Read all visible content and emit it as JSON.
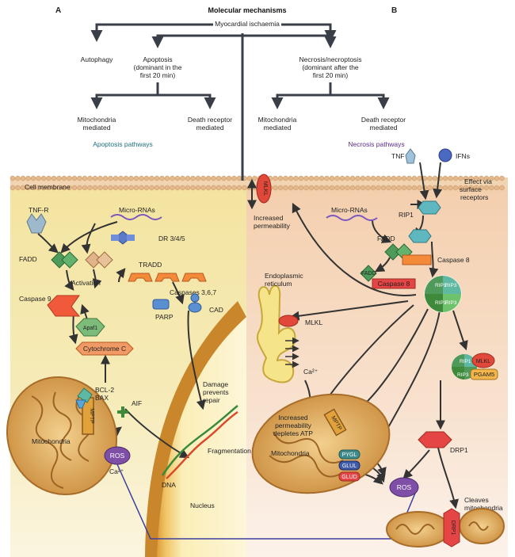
{
  "panel_labels": {
    "a": "A",
    "b": "B"
  },
  "top": {
    "title": "Molecular mechanisms",
    "root": "Myocardial ischaemia",
    "autophagy": "Autophagy",
    "apoptosis": [
      "Apoptosis",
      "(dominant in the",
      "first 20 min)"
    ],
    "necrosis": [
      "Necrosis/necroptosis",
      "(dominant after the",
      "first 20 min)"
    ],
    "apo_mito": [
      "Mitochondria",
      "mediated"
    ],
    "apo_death": [
      "Death receptor",
      "mediated"
    ],
    "nec_mito": [
      "Mitochondria",
      "mediated"
    ],
    "nec_death": [
      "Death receptor",
      "mediated"
    ],
    "apo_pathways": "Apoptosis pathways",
    "nec_pathways": "Necrosis pathways"
  },
  "membrane": {
    "label": "Cell membrane",
    "increased_permeability": [
      "Increased",
      "permeability"
    ]
  },
  "left": {
    "tnfr": "TNF-R",
    "micro_rnas": "Micro-RNAs",
    "dr": "DR 3/4/5",
    "fadd": "FADD",
    "activation": "Activation",
    "tradd": "TRADD",
    "caspase9": "Caspase 9",
    "caspases": "Caspases 3,6,7",
    "parp": "PARP",
    "cad": "CAD",
    "apaf": "Apaf1",
    "cytochrome": "Cytochrome C",
    "bcl": [
      "BCL-2",
      "BAX"
    ],
    "aif": "AIF",
    "mptp": "MPTP",
    "mitochondria": "Mitochondria",
    "ros": "ROS",
    "ca": "Ca²⁺",
    "damage": [
      "Damage",
      "prevents",
      "repair"
    ],
    "fragmentation": "Fragmentation",
    "dna": "DNA",
    "nucleus": "Nucleus"
  },
  "right": {
    "tnf": "TNF",
    "ifns": "IFNs",
    "effect": [
      "Effect via",
      "surface",
      "receptors"
    ],
    "rip1": "RIP1",
    "micro_rnas": "Micro-RNAs",
    "fadd": "FADD",
    "caspase8": "Caspase 8",
    "fadd_small": "FADD",
    "caspase8_bar": "Caspase 8",
    "er": [
      "Endoplasmic",
      "reticulum"
    ],
    "mlkl": "MLKL",
    "mlkl_membrane": "MLKL",
    "ca": "Ca²⁺",
    "rip_cluster": [
      "RIP1",
      "RIP3",
      "RIP1",
      "RIP3"
    ],
    "rip_small": [
      "RIP1",
      "RIP3"
    ],
    "mlkl2": "MLKL",
    "pgam5": "PGAM5",
    "mito_text": [
      "Increased",
      "permeability",
      "depletes ATP"
    ],
    "mptp": "MPTP",
    "mitochondria": "Mitochondria",
    "pygl": "PYGL",
    "glul": "GLUL",
    "glud": "GLUD",
    "ros": "ROS",
    "drp1": "DRP1",
    "cleaves": [
      "Cleaves",
      "mitochondria"
    ],
    "drp1_small": "DRP1"
  },
  "colors": {
    "left_bg": "#f6ebb4",
    "right_bg": "#f6d9c0",
    "membrane": "#e5b98e",
    "teal": "#1f6f7f",
    "purple": "#5b2d8a",
    "mito": "#d8a14f",
    "green": "#4f9a5a",
    "orange": "#e48b3a",
    "red": "#d63d3d"
  }
}
